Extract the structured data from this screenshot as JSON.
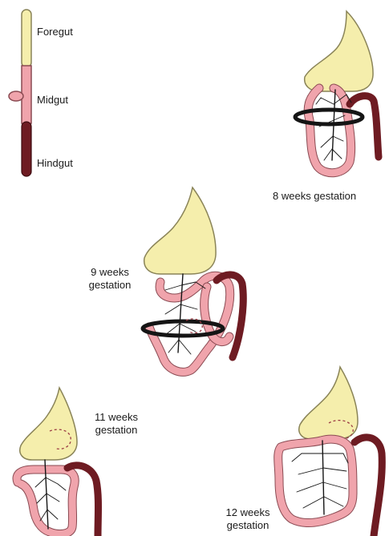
{
  "legend": {
    "foregut": "Foregut",
    "midgut": "Midgut",
    "hindgut": "Hindgut"
  },
  "stages": {
    "week8": "8 weeks gestation",
    "week9_line1": "9 weeks",
    "week9_line2": "gestation",
    "week11_line1": "11 weeks",
    "week11_line2": "gestation",
    "week12_line1": "12 weeks",
    "week12_line2": "gestation"
  },
  "colors": {
    "foregut": "#f5eeac",
    "midgut": "#f0a4ac",
    "hindgut": "#6e1b22"
  }
}
